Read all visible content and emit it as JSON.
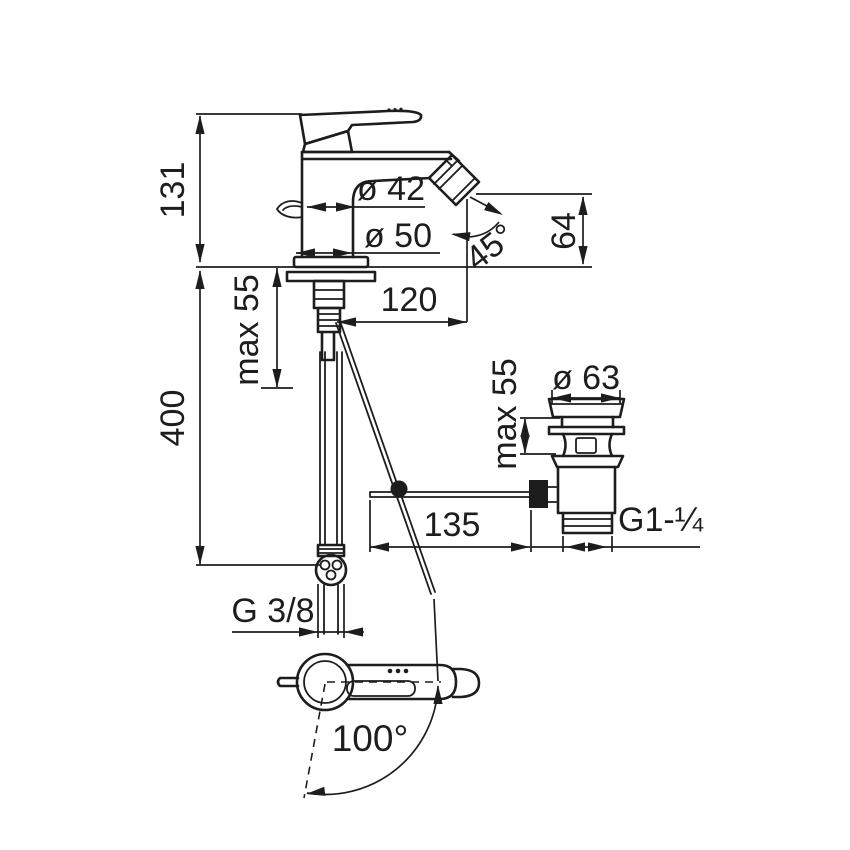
{
  "drawing": {
    "type": "technical-dimension-drawing",
    "subject": "single-lever bidet mixer with pop-up waste, side view and top view",
    "colors": {
      "background": "#ffffff",
      "line": "#1d1d1d"
    },
    "dimensions": {
      "spout_height": "131",
      "under_deck_height": "400",
      "deck_max_left": "max 55",
      "body_diameter": "ø 42",
      "base_diameter": "ø 50",
      "outlet_angle": "45°",
      "outlet_height": "64",
      "spout_reach": "120",
      "waste_cap_diameter": "ø 63",
      "deck_max_right": "max 55",
      "rod_reach": "135",
      "waste_thread": "G1-¼",
      "supply_thread": "G 3/8",
      "handle_swivel_angle": "100°"
    }
  }
}
